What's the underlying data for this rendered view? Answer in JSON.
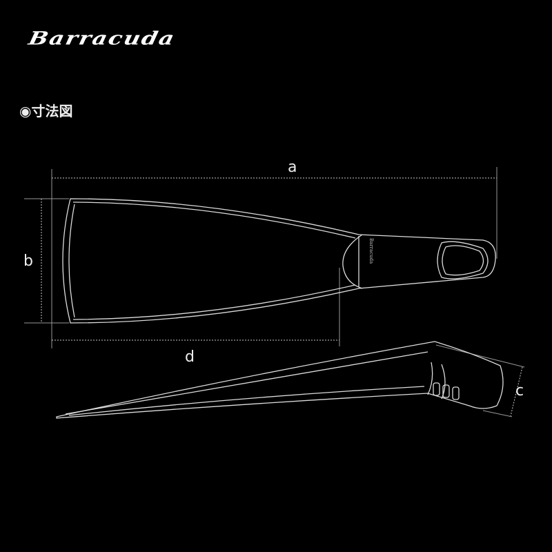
{
  "logo": "Barracuda",
  "section_title": "◉寸法図",
  "dimension_labels": {
    "a": "a",
    "b": "b",
    "c": "c",
    "d": "d"
  },
  "colors": {
    "background": "#000000",
    "lines": "#dddddd"
  }
}
